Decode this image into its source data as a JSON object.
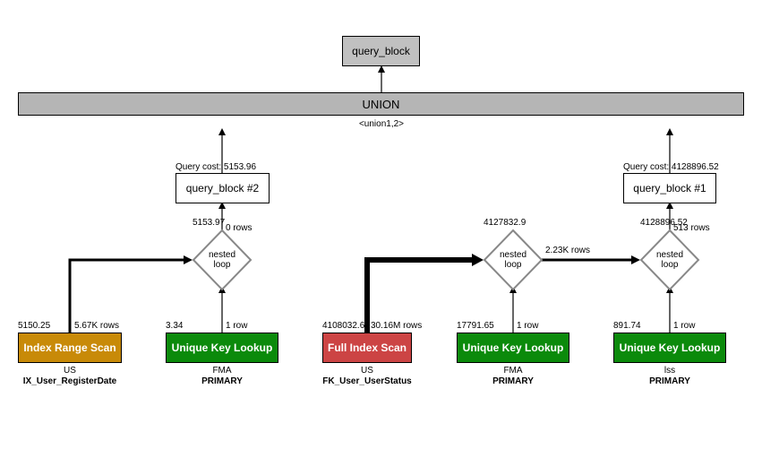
{
  "colors": {
    "range_scan": "#c88a08",
    "full_scan": "#cc4444",
    "unique_lookup": "#0b8a0b",
    "union_fill": "#b5b5b5",
    "top_fill": "#c0c0c0"
  },
  "top": {
    "label": "query_block"
  },
  "union": {
    "label": "UNION",
    "sub": "<union1,2>"
  },
  "qb2": {
    "label": "query_block #2",
    "cost": "Query cost: 5153.96"
  },
  "qb1": {
    "label": "query_block #1",
    "cost": "Query cost: 4128896.52"
  },
  "nl_left": {
    "label1": "nested",
    "label2": "loop",
    "cost": "5153.97",
    "rows": "0 rows"
  },
  "nl_mid": {
    "label1": "nested",
    "label2": "loop",
    "cost": "4127832.9",
    "rows": "2.23K rows"
  },
  "nl_right": {
    "label1": "nested",
    "label2": "loop",
    "cost": "4128896.52",
    "rows": "513 rows"
  },
  "ops": {
    "range": {
      "label": "Index Range Scan",
      "cost": "5150.25",
      "rows": "5.67K rows",
      "table": "US",
      "key": "IX_User_RegisterDate"
    },
    "uk1": {
      "label": "Unique Key Lookup",
      "cost": "3.34",
      "rows": "1 row",
      "table": "FMA",
      "key": "PRIMARY"
    },
    "full": {
      "label": "Full Index Scan",
      "cost": "4108032.6",
      "rows": "30.16M rows",
      "table": "US",
      "key": "FK_User_UserStatus"
    },
    "uk2": {
      "label": "Unique Key Lookup",
      "cost": "17791.65",
      "rows": "1 row",
      "table": "FMA",
      "key": "PRIMARY"
    },
    "uk3": {
      "label": "Unique Key Lookup",
      "cost": "891.74",
      "rows": "1 row",
      "table": "lss",
      "key": "PRIMARY"
    }
  }
}
